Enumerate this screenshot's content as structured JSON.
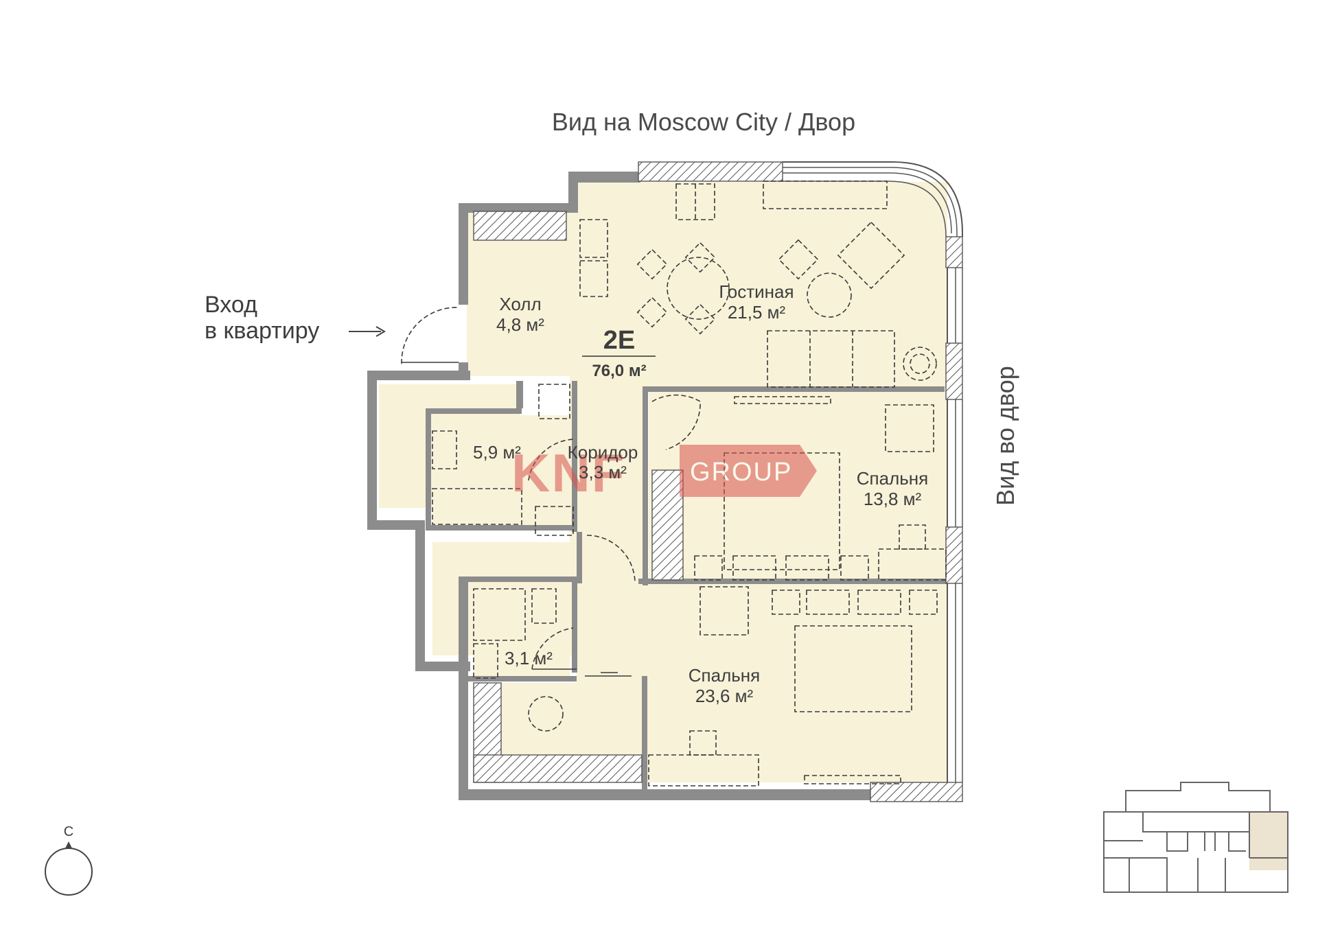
{
  "header": {
    "view_top": "Вид на Moscow City / Двор"
  },
  "side": {
    "view_right": "Вид во двор"
  },
  "entrance": {
    "line1": "Вход",
    "line2": "в квартиру"
  },
  "unit": {
    "code": "2E",
    "total_area": "76,0 м²"
  },
  "rooms": [
    {
      "name": "Холл",
      "area": "4,8 м²"
    },
    {
      "name": "Гостиная",
      "area": "21,5 м²"
    },
    {
      "name": "",
      "area": "5,9 м²"
    },
    {
      "name": "Коридор",
      "area": "3,3 м²"
    },
    {
      "name": "Спальня",
      "area": "13,8 м²"
    },
    {
      "name": "",
      "area": "3,1 м²"
    },
    {
      "name": "Спальня",
      "area": "23,6 м²"
    }
  ],
  "watermark": {
    "logo_text": "KNF",
    "group_text": "GROUP"
  },
  "compass": {
    "north_label": "С"
  },
  "colors": {
    "floor": "#f8f2d8",
    "wall": "#8c8c8c",
    "watermark": "#d9534f",
    "minimap_highlight": "#ece3d0"
  }
}
